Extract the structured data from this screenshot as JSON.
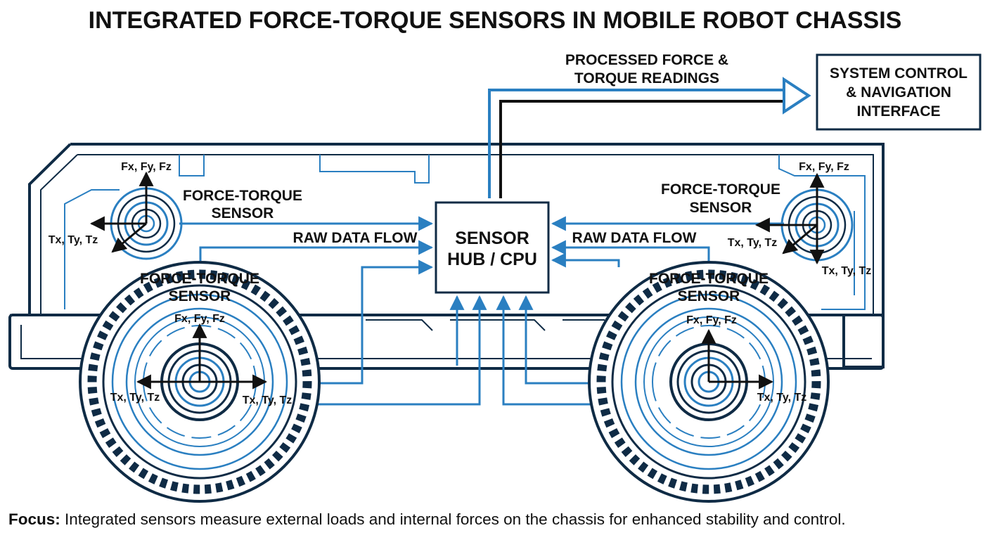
{
  "title": "INTEGRATED FORCE-TORQUE SENSORS IN MOBILE ROBOT CHASSIS",
  "output_label": [
    "PROCESSED FORCE &",
    "TORQUE READINGS"
  ],
  "control_box": [
    "SYSTEM CONTROL",
    "& NAVIGATION",
    "INTERFACE"
  ],
  "hub": [
    "SENSOR",
    "HUB / CPU"
  ],
  "raw_flow_label": "RAW DATA FLOW",
  "sensor_label": [
    "FORCE-TORQUE",
    "SENSOR"
  ],
  "force_axes": "Fx, Fy, Fz",
  "torque_axes": "Tx, Ty, Tz",
  "caption": {
    "label": "Focus:",
    "text": "Integrated sensors measure external loads and internal forces on the chassis for enhanced stability and control."
  },
  "colors": {
    "ink": "#0f2b45",
    "accent": "#2a7fc1",
    "text": "#111111"
  }
}
